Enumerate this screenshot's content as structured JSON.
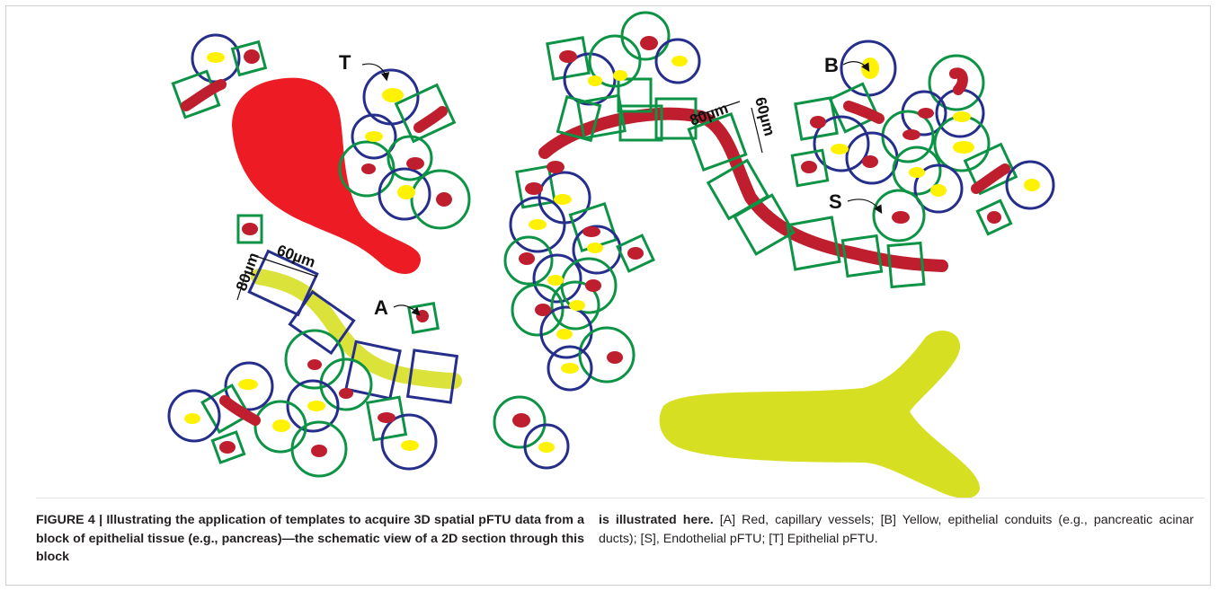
{
  "figure": {
    "labels": {
      "T": "T",
      "B": "B",
      "S": "S",
      "A": "A"
    },
    "dimension_labels": {
      "left_width": "60µm",
      "left_height": "80µm",
      "right_width": "80µm",
      "right_height": "60µm"
    },
    "colors": {
      "red": "#ED1C24",
      "dark_red": "#BE1E2D",
      "yellow": "#FFF200",
      "yellow_green": "#D7DF23",
      "green": "#0D9345",
      "blue": "#262E8C"
    }
  },
  "caption": {
    "figure_label": "FIGURE 4 |",
    "title_part1": " Illustrating the application of templates to acquire 3D spatial pFTU data from a block of epithelial tissue (e.g., pancreas)—the schematic view of a 2D section through this block",
    "title_part2": "is illustrated here.",
    "body": " [A] Red, capillary vessels; [B] Yellow, epithelial conduits (e.g., pancreatic acinar ducts); [S], Endothelial pFTU; [T] Epithelial pFTU."
  }
}
